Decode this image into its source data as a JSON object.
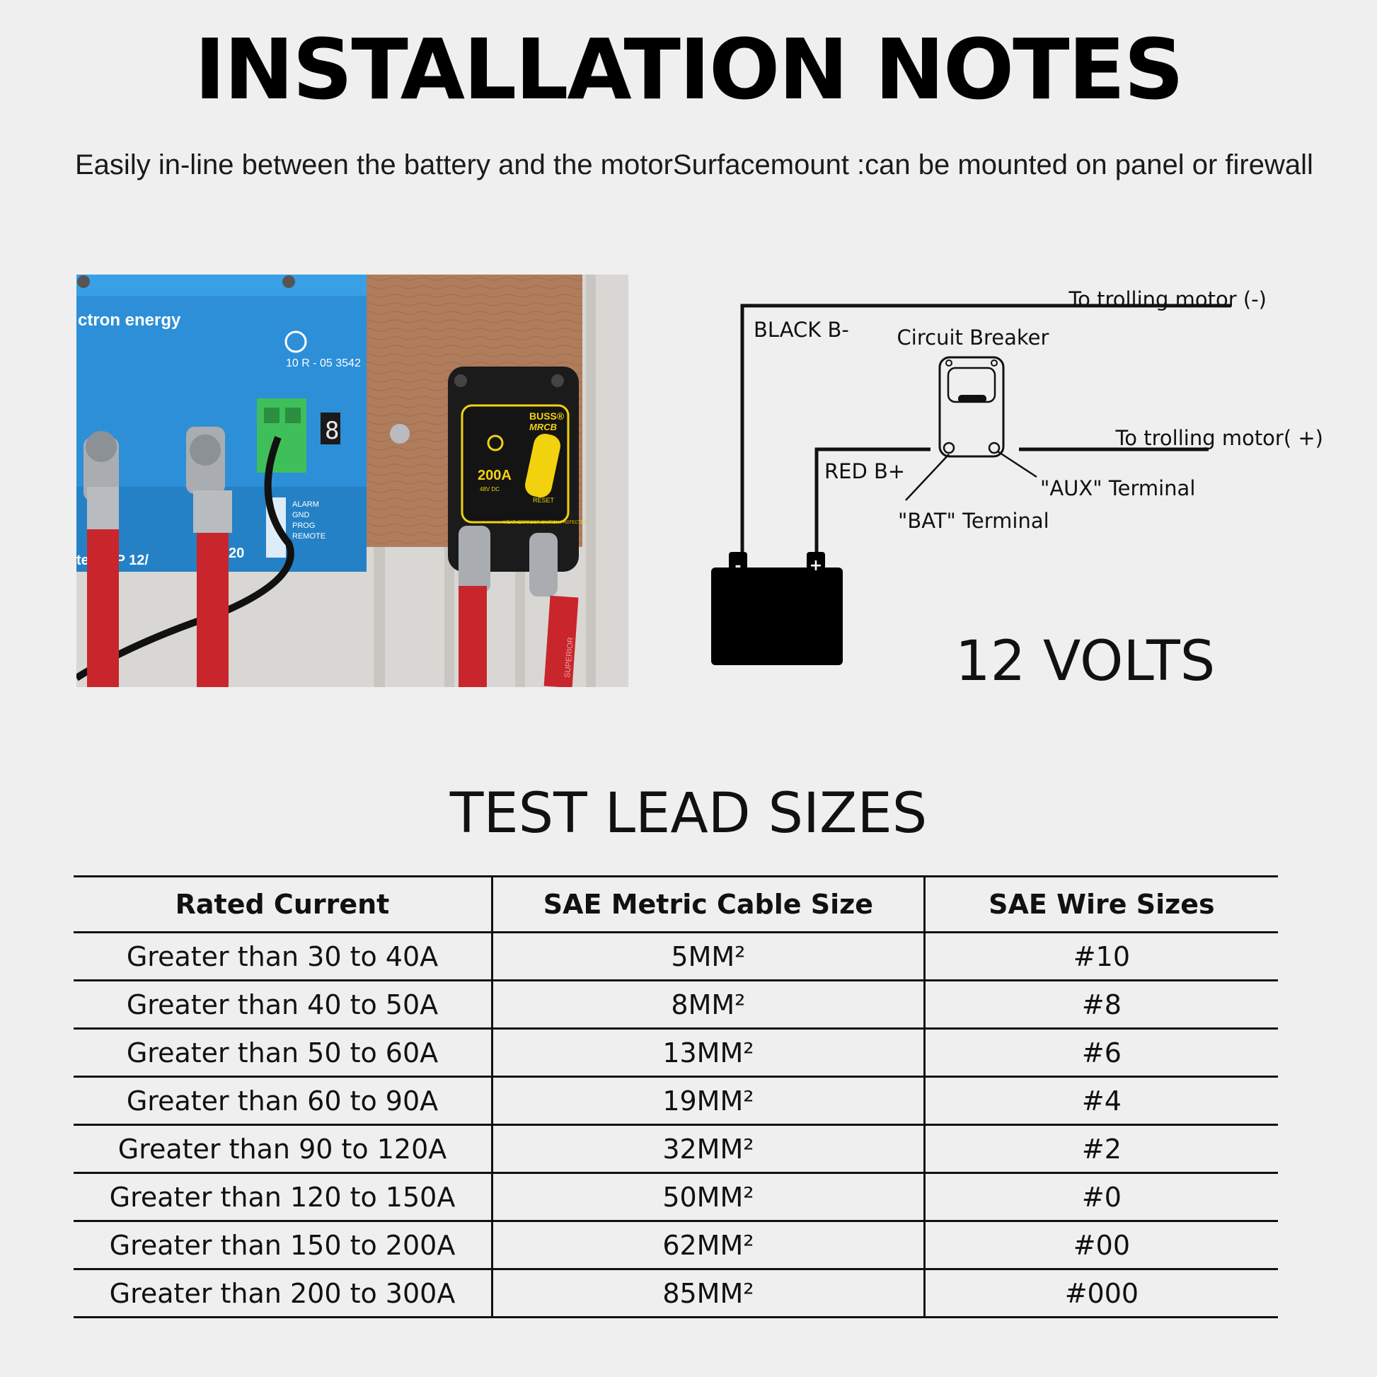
{
  "header": {
    "title": "INSTALLATION NOTES",
    "subtitle": "Easily in-line between the battery and the motorSurfacemount :can be mounted on panel or firewall"
  },
  "photo": {
    "brand_text": "ctron energy",
    "cert_code": "10 R - 05 3542",
    "model_text": "tect  BP 12/",
    "model_suffix": "20",
    "terminal_labels": [
      "ALARM",
      "GND",
      "PROG",
      "REMOTE"
    ],
    "display_digit": "8",
    "breaker_brand": "BUSS®",
    "breaker_model": "MRCB",
    "breaker_rating": "200A",
    "breaker_voltage": "48V DC",
    "breaker_reset": "RESET",
    "breaker_note": "WEATHERPROOF IGNITION PROTECTED",
    "cable_text": "SUPERIOR"
  },
  "diagram": {
    "to_motor_neg": "To trolling motor (-)",
    "black_label": "BLACK B-",
    "breaker_label": "Circuit Breaker",
    "to_motor_pos": "To trolling motor( +)",
    "red_label": "RED B+",
    "aux_label": "\"AUX\" Terminal",
    "bat_label": "\"BAT\" Terminal",
    "battery_neg": "-",
    "battery_pos": "+",
    "voltage": "12 VOLTS"
  },
  "table": {
    "title": "TEST LEAD SIZES",
    "headers": [
      "Rated Current",
      "SAE Metric Cable Size",
      "SAE Wire Sizes"
    ],
    "rows": [
      [
        "Greater than 30 to 40A",
        "5MM²",
        "#10"
      ],
      [
        "Greater than 40 to 50A",
        "8MM²",
        "#8"
      ],
      [
        "Greater than 50 to 60A",
        "13MM²",
        "#6"
      ],
      [
        "Greater than 60 to 90A",
        "19MM²",
        "#4"
      ],
      [
        "Greater than 90 to 120A",
        "32MM²",
        "#2"
      ],
      [
        "Greater than 120 to 150A",
        "50MM²",
        "#0"
      ],
      [
        "Greater than 150 to 200A",
        "62MM²",
        "#00"
      ],
      [
        "Greater than 200 to 300A",
        "85MM²",
        "#000"
      ]
    ]
  },
  "colors": {
    "background": "#efefef",
    "ink": "#111111",
    "device_blue": "#2d8fd8",
    "wood": "#b07d5c",
    "cable_red": "#c8262c",
    "breaker_yellow": "#f2d20f"
  }
}
